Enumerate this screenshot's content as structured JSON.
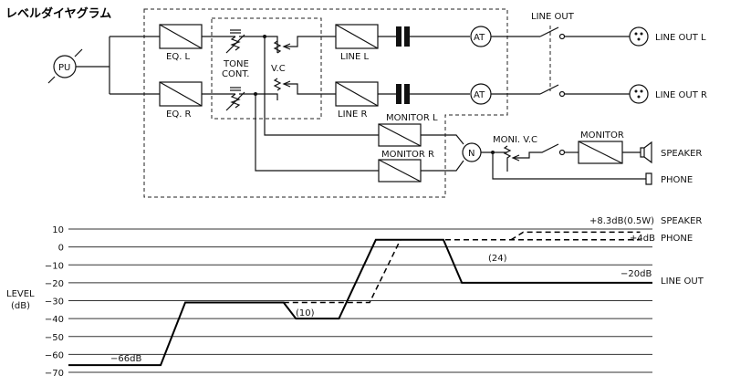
{
  "title": "レベルダイヤグラム",
  "blocks": {
    "pu": "PU",
    "eq_l": "EQ. L",
    "eq_r": "EQ. R",
    "tone_1": "TONE",
    "tone_2": "CONT.",
    "vc": "V.C",
    "line_l": "LINE L",
    "line_r": "LINE R",
    "at_l": "AT",
    "at_r": "AT",
    "monitor_l": "MONITOR L",
    "monitor_r": "MONITOR R",
    "n": "N",
    "moni_vc": "MONI. V.C",
    "monitor": "MONITOR",
    "line_out_switch": "LINE OUT",
    "line_out_l": "LINE OUT  L",
    "line_out_r": "LINE OUT  R",
    "speaker": "SPEAKER",
    "phone": "PHONE"
  },
  "chart": {
    "ylabel_1": "LEVEL",
    "ylabel_2": "(dB)",
    "yticks": [
      "10",
      "0",
      "−10",
      "−20",
      "−30",
      "−40",
      "−50",
      "−60",
      "−70"
    ],
    "annotations": {
      "start": "−66dB",
      "dip": "(10)",
      "drop": "(24)",
      "speaker_level": "+8.3dB(0.5W)",
      "phone_level": "+4dB",
      "line_out_level": "−20dB"
    },
    "legend": {
      "speaker": "SPEAKER",
      "phone": "PHONE",
      "line_out": "LINE OUT"
    }
  },
  "chart_data": {
    "type": "line",
    "ylim": [
      -70,
      10
    ],
    "yticks": [
      10,
      0,
      -10,
      -20,
      -30,
      -40,
      -50,
      -60,
      -70
    ],
    "series": [
      {
        "name": "LINE OUT",
        "style": "solid",
        "points": [
          [
            0,
            -66
          ],
          [
            1.5,
            -66
          ],
          [
            1.9,
            -31
          ],
          [
            3.5,
            -31
          ],
          [
            3.7,
            -40
          ],
          [
            4.4,
            -40
          ],
          [
            5.0,
            4
          ],
          [
            6.1,
            4
          ],
          [
            6.4,
            -20
          ],
          [
            9.5,
            -20
          ]
        ]
      },
      {
        "name": "PHONE",
        "style": "dashed",
        "points": [
          [
            3.5,
            -31
          ],
          [
            4.9,
            -31
          ],
          [
            5.4,
            4
          ],
          [
            7.4,
            4
          ],
          [
            9.3,
            4
          ]
        ]
      },
      {
        "name": "SPEAKER",
        "style": "dashed",
        "points": [
          [
            7.2,
            4
          ],
          [
            7.4,
            8.3
          ],
          [
            9.3,
            8.3
          ]
        ]
      }
    ]
  }
}
